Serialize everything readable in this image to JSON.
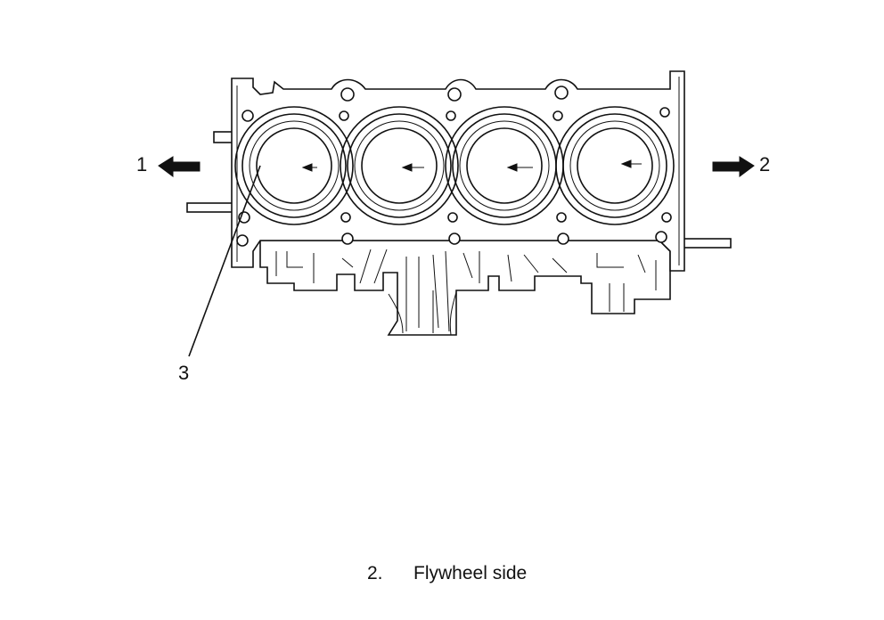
{
  "labels": {
    "callout_1": "1",
    "callout_2": "2",
    "callout_3": "3"
  },
  "caption": {
    "number": "2.",
    "text": "Flywheel side"
  }
}
